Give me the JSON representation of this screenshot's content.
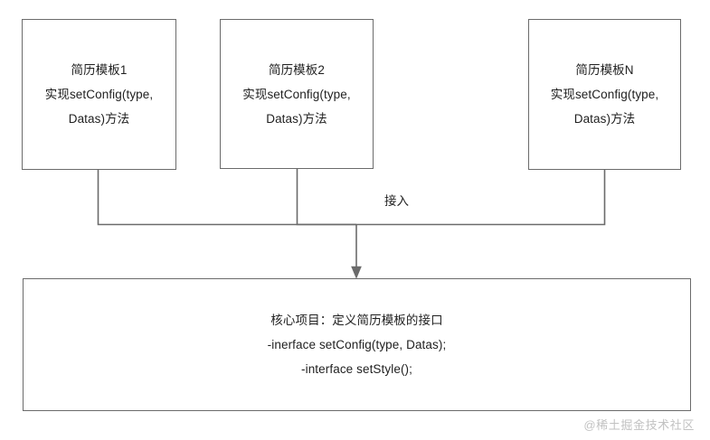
{
  "diagram": {
    "type": "flow-diagram",
    "background_color": "#ffffff",
    "border_color": "#6b6b6b",
    "text_color": "#1f1f1f",
    "nodes": [
      {
        "id": "template-1",
        "lines": [
          "简历模板1",
          "实现setConfig(type,",
          "Datas)方法"
        ]
      },
      {
        "id": "template-2",
        "lines": [
          "简历模板2",
          "实现setConfig(type,",
          "Datas)方法"
        ]
      },
      {
        "id": "template-n",
        "lines": [
          "简历模板N",
          "实现setConfig(type,",
          "Datas)方法"
        ]
      },
      {
        "id": "core-project",
        "lines": [
          "核心项目：定义简历模板的接口",
          "-inerface setConfig(type, Datas);",
          "-interface setStyle();"
        ]
      }
    ],
    "edges": [
      {
        "id": "merge-to-core",
        "label": "接入",
        "from": [
          "template-1",
          "template-2",
          "template-n"
        ],
        "to": "core-project",
        "arrow": "down"
      }
    ]
  },
  "watermark": {
    "text": "@稀土掘金技术社区",
    "color": "#c2c2c2"
  }
}
